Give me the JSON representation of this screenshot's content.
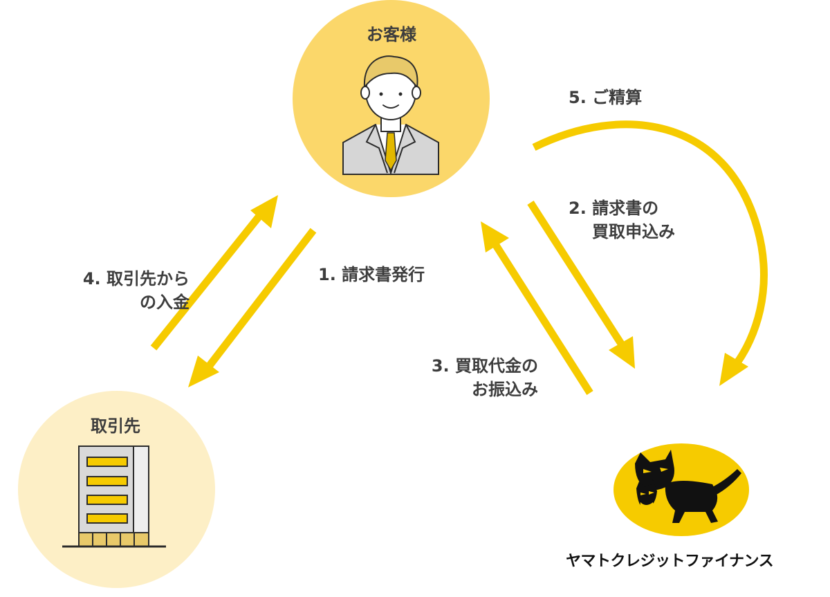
{
  "colors": {
    "arrow": "#f6cb00",
    "customer_bg": "#fbd76a",
    "partner_bg": "#fdefc6",
    "logo_bg": "#f6cb00",
    "text": "#3d3d3d"
  },
  "nodes": {
    "customer": {
      "title": "お客様",
      "icon": "businessman-icon"
    },
    "partner": {
      "title": "取引先",
      "icon": "building-icon"
    },
    "finance": {
      "brand": "ヤマトクレジットファイナンス",
      "icon": "black-cat-logo-icon"
    }
  },
  "steps": {
    "step1": {
      "line1": "1. 請求書発行"
    },
    "step2": {
      "line1": "2. 請求書の",
      "line2": "買取申込み"
    },
    "step3": {
      "line1": "3. 買取代金の",
      "line2": "お振込み"
    },
    "step4": {
      "line1": "4. 取引先から",
      "line2": "の入金"
    },
    "step5": {
      "line1": "5. ご精算"
    }
  }
}
